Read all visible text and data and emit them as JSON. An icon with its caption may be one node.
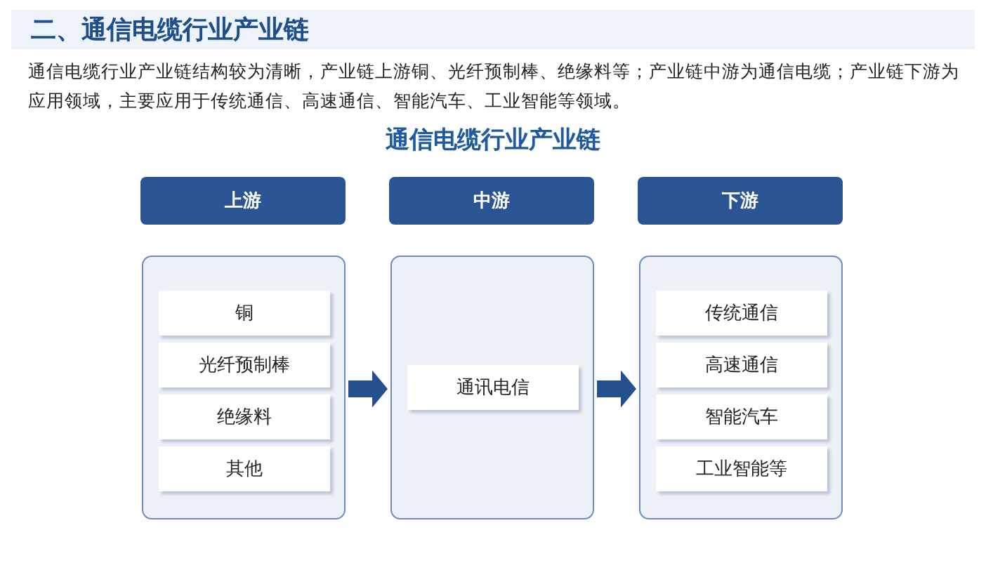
{
  "diagram": {
    "title": "通信电缆行业产业链",
    "nodes": [
      {
        "text": [
          "上游"
        ]
      },
      {
        "text": [
          "中游"
        ]
      },
      {
        "text": [
          "下游"
        ]
      },
      {
        "text": [],
        "shape": "box"
      },
      {
        "text": [
          "铜"
        ],
        "in": 3
      },
      {
        "text": [
          "光纤预制棒"
        ],
        "in": 3
      },
      {
        "text": [
          "绝缘料"
        ],
        "in": 3
      },
      {
        "text": [
          "其他"
        ],
        "in": 3
      },
      {
        "text": [],
        "shape": "box"
      },
      {
        "text": [
          "通讯电信"
        ],
        "in": 8
      },
      {
        "text": [],
        "shape": "box"
      },
      {
        "text": [
          "传统通信"
        ],
        "in": 10
      },
      {
        "text": [
          "高速通信"
        ],
        "in": 10
      },
      {
        "text": [
          "智能汽车"
        ],
        "in": 10
      },
      {
        "text": [
          "工业智能等"
        ],
        "in": 10
      }
    ],
    "edges": [
      {
        "from": 3,
        "to": 8,
        "arrow": "to",
        "style": "thick"
      },
      {
        "from": 8,
        "to": 10,
        "arrow": "to",
        "style": "thick"
      }
    ],
    "labels": [
      "二、通信电缆行业产业链",
      "通信电缆行业产业链结构较为清晰，产业链上游铜、光纤预制棒、绝缘料等；产业链中游为通信电缆；产业链下游为应用领域，主要应用于传统通信、高速通信、智能汽车、工业智能等领域。"
    ]
  }
}
